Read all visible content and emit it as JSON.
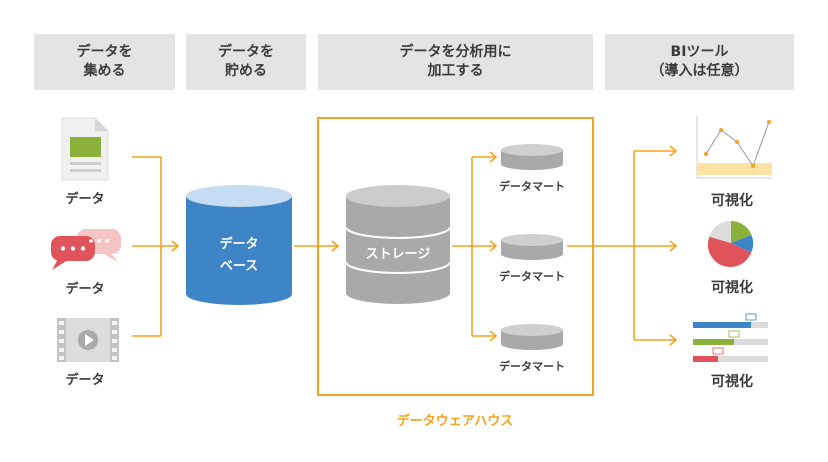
{
  "headers": [
    "データを\n集める",
    "データを\n貯める",
    "データを分析用に\n加工する",
    "BIツール\n（導入は任意）"
  ],
  "sources": {
    "label": "データ"
  },
  "database": {
    "label": "データ\nベース"
  },
  "storage": {
    "label": "ストレージ"
  },
  "datamart": {
    "label": "データマート"
  },
  "warehouse": {
    "label": "データウェアハウス"
  },
  "visualize": {
    "label": "可視化"
  },
  "colors": {
    "orange": "#f5a21e",
    "blue": "#3d85c6",
    "gray": "#a9a9a9",
    "header_bg": "#e4e4e4"
  }
}
